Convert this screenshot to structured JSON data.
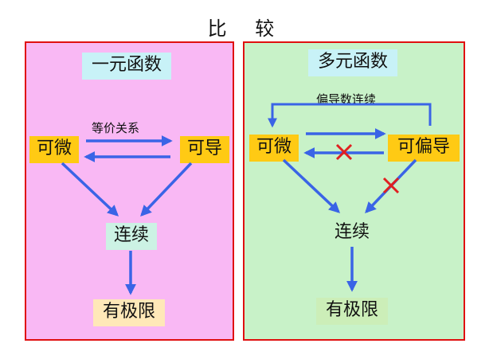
{
  "title": "比 较",
  "colors": {
    "left_bg": "#f9b8f4",
    "right_bg": "#c8f2c8",
    "border": "#e01010",
    "heading_bg": "#c8f2f7",
    "node_bg": "#ffca14",
    "continuity_bg_left": "#ccf2e4",
    "limit_bg_left": "#ffe8b8",
    "limit_bg_right": "#cceeb8",
    "arrow": "#3a64e6",
    "cross": "#e02020"
  },
  "left": {
    "heading": "一元函数",
    "relation_label": "等价关系",
    "differentiable": "可微",
    "derivable": "可导",
    "continuous": "连续",
    "has_limit": "有极限"
  },
  "right": {
    "heading": "多元函数",
    "partial_continuous": "偏导数连续",
    "differentiable": "可微",
    "partial_derivable": "可偏导",
    "continuous": "连续",
    "has_limit": "有极限"
  }
}
